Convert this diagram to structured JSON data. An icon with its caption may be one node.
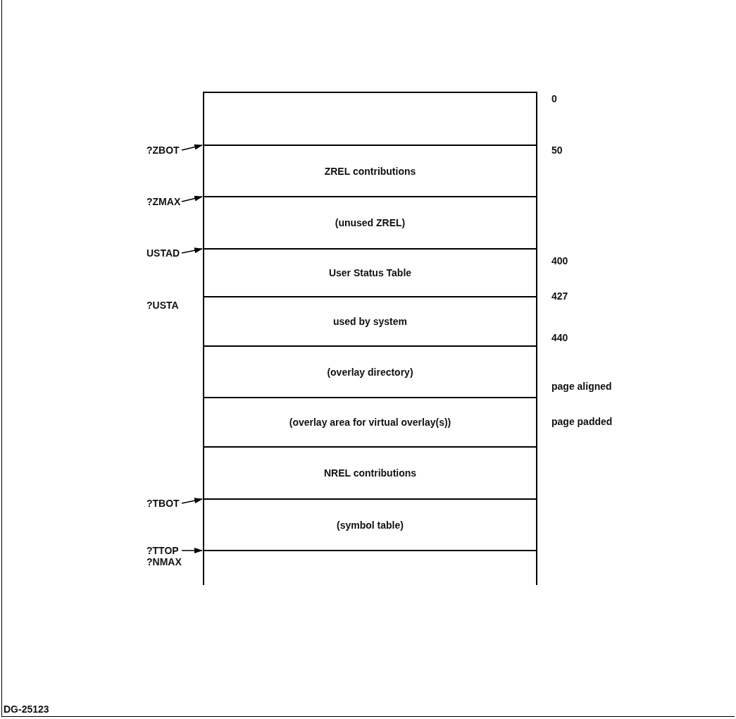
{
  "diagram": {
    "nodes": [
      {
        "text": [],
        "shape": "box"
      },
      {
        "text": [
          "ZREL contributions"
        ]
      },
      {
        "text": [
          "(unused ZREL)"
        ]
      },
      {
        "text": [
          "User Status Table"
        ]
      },
      {
        "text": [
          "used by system"
        ]
      },
      {
        "text": [
          "(overlay directory)"
        ]
      },
      {
        "text": [
          "(overlay area for virtual overlay(s))"
        ]
      },
      {
        "text": [
          "NREL contributions"
        ]
      },
      {
        "text": [
          "(symbol table)"
        ]
      },
      {
        "text": [],
        "shape": "box"
      },
      {
        "text": [
          "?ZBOT"
        ]
      },
      {
        "text": [
          "?ZMAX"
        ]
      },
      {
        "text": [
          "USTAD"
        ]
      },
      {
        "text": [
          "?TBOT"
        ]
      },
      {
        "text": [
          "?TTOP"
        ]
      }
    ],
    "edges": [
      {
        "from": 10,
        "to": 1,
        "arrow": "to"
      },
      {
        "from": 11,
        "to": 2,
        "arrow": "to"
      },
      {
        "from": 12,
        "to": 3,
        "arrow": "to"
      },
      {
        "from": 13,
        "to": 8,
        "arrow": "to"
      },
      {
        "from": 14,
        "to": 9,
        "arrow": "to"
      }
    ],
    "labels": [
      "0",
      "50",
      "400",
      "?USTA",
      "427",
      "440",
      "page aligned",
      "page padded",
      "?NMAX",
      "DG-25123"
    ]
  }
}
